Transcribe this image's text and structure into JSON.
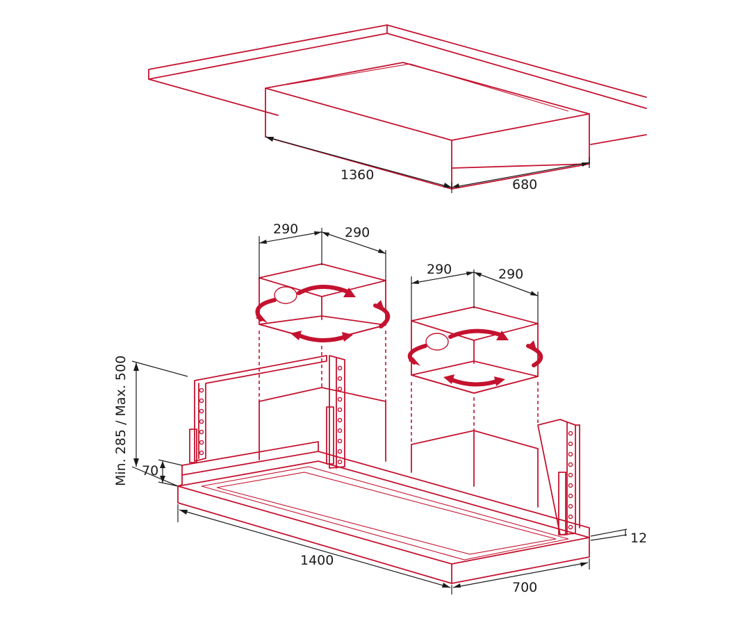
{
  "colors": {
    "product": "#c4122f",
    "dimension": "#1a1a1a",
    "airflow": "#c4122f"
  },
  "cutout": {
    "length": "1360",
    "depth": "680"
  },
  "hood": {
    "length": "1400",
    "depth": "700",
    "thickness": "12",
    "frame_height": "70",
    "height_range": "Min. 285 / Max. 500"
  },
  "motor_left": {
    "width_a": "290",
    "width_b": "290"
  },
  "motor_right": {
    "width_a": "290",
    "width_b": "290"
  }
}
